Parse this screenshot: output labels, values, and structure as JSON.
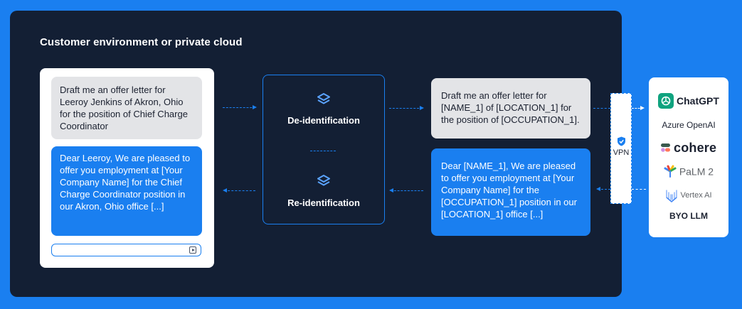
{
  "environment_title": "Customer environment or private cloud",
  "chat": {
    "user_message": "Draft me an offer letter for Leeroy Jenkins of Akron, Ohio for the position of Chief Charge Coordinator",
    "assistant_message": "Dear Leeroy, We are pleased to offer you employment at [Your Company Name] for the Chief Charge Coordinator position in our Akron, Ohio office [...]",
    "input_value": ""
  },
  "process": {
    "deidentify_label": "De-identification",
    "reidentify_label": "Re-identification"
  },
  "redacted": {
    "prompt": "Draft me an offer letter for [NAME_1] of [LOCATION_1] for the position of [OCCUPATION_1].",
    "response": "Dear [NAME_1], We are pleased to offer you employment at [Your Company Name] for the [OCCUPATION_1] position in our [LOCATION_1] office [...]"
  },
  "vpn_label": "VPN",
  "llms": [
    {
      "label": "ChatGPT",
      "icon": "openai-icon"
    },
    {
      "label": "Azure OpenAI",
      "icon": ""
    },
    {
      "label": "cohere",
      "icon": "cohere-icon"
    },
    {
      "label": "PaLM 2",
      "icon": "palm-icon"
    },
    {
      "label": "Vertex AI",
      "icon": "vertex-ai-icon"
    },
    {
      "label": "BYO LLM",
      "icon": ""
    }
  ],
  "colors": {
    "page_background": "#1a7ff0",
    "environment_background": "#131f34",
    "accent_blue": "#1a7ff0",
    "bubble_gray": "#e3e4e7",
    "white": "#ffffff"
  }
}
